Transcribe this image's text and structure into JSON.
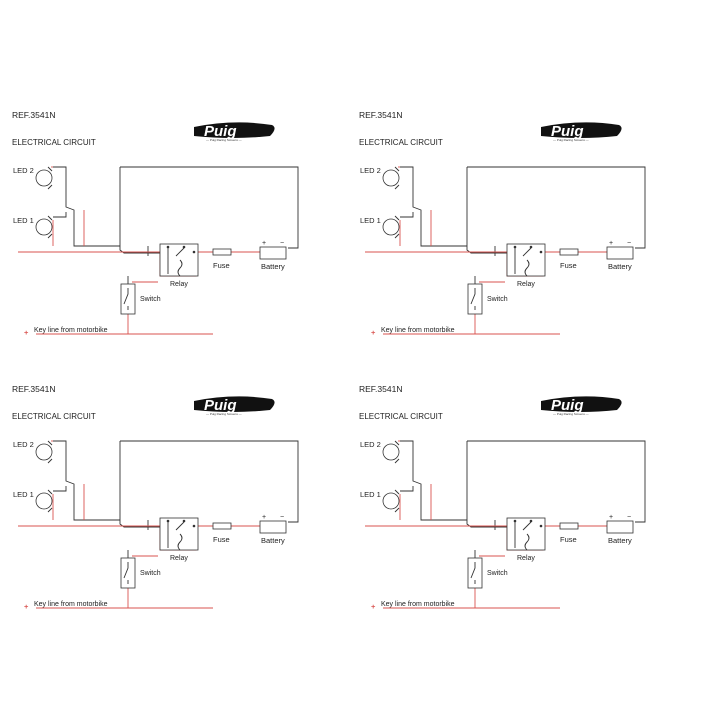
{
  "panels": [
    {
      "id": "top-left"
    },
    {
      "id": "top-right"
    },
    {
      "id": "bottom-left"
    },
    {
      "id": "bottom-right"
    }
  ],
  "diagram": {
    "ref": "REF.3541N",
    "title": "ELECTRICAL CIRCUIT",
    "brand": "Puig",
    "brand_tagline": "— Puig Racing Screens —",
    "labels": {
      "led2": "LED 2",
      "led1": "LED 1",
      "relay": "Relay",
      "fuse": "Fuse",
      "battery": "Battery",
      "switch": "Switch",
      "key_line": "Key line from motorbike",
      "plus": "+",
      "minus": "−"
    }
  },
  "colors": {
    "wire_positive": "#d9534f",
    "wire_negative": "#333333"
  }
}
